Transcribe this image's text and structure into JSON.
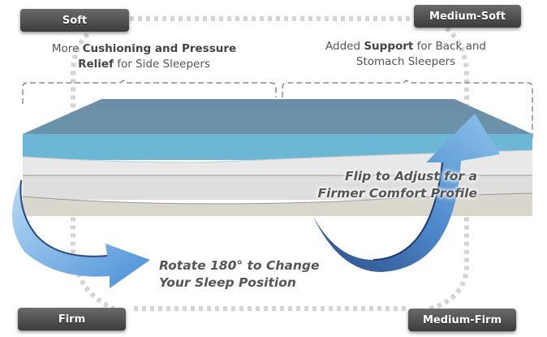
{
  "labels": {
    "soft": "Soft",
    "medium_soft": "Medium-Soft",
    "firm": "Firm",
    "medium_firm": "Medium-Firm"
  },
  "descriptions": {
    "left": {
      "prefix": "More ",
      "bold": "Cushioning and Pressure Relief",
      "suffix": " for Side Sleepers"
    },
    "right": {
      "prefix": "Added ",
      "bold": "Support",
      "suffix": " for Back and Stomach Sleepers"
    }
  },
  "captions": {
    "rotate_line1": "Rotate 180° to Change",
    "rotate_line2": "Your Sleep Position",
    "flip_line1": "Flip to Adjust for a",
    "flip_line2": "Firmer Comfort Profile"
  },
  "colors": {
    "label_bg_top": "#6a6a6a",
    "label_bg_bottom": "#3c3c3c",
    "top_surface": "#6b91a8",
    "blue_layer": "#6bb8d6",
    "white_layer": "#e6e6e6",
    "grey_layer": "#dcdcdc",
    "base_layer": "#d8d6cc",
    "arrow_light": "#9ccbee",
    "arrow_dark": "#2d4f8a",
    "dotted_path": "#d6d6d6"
  }
}
